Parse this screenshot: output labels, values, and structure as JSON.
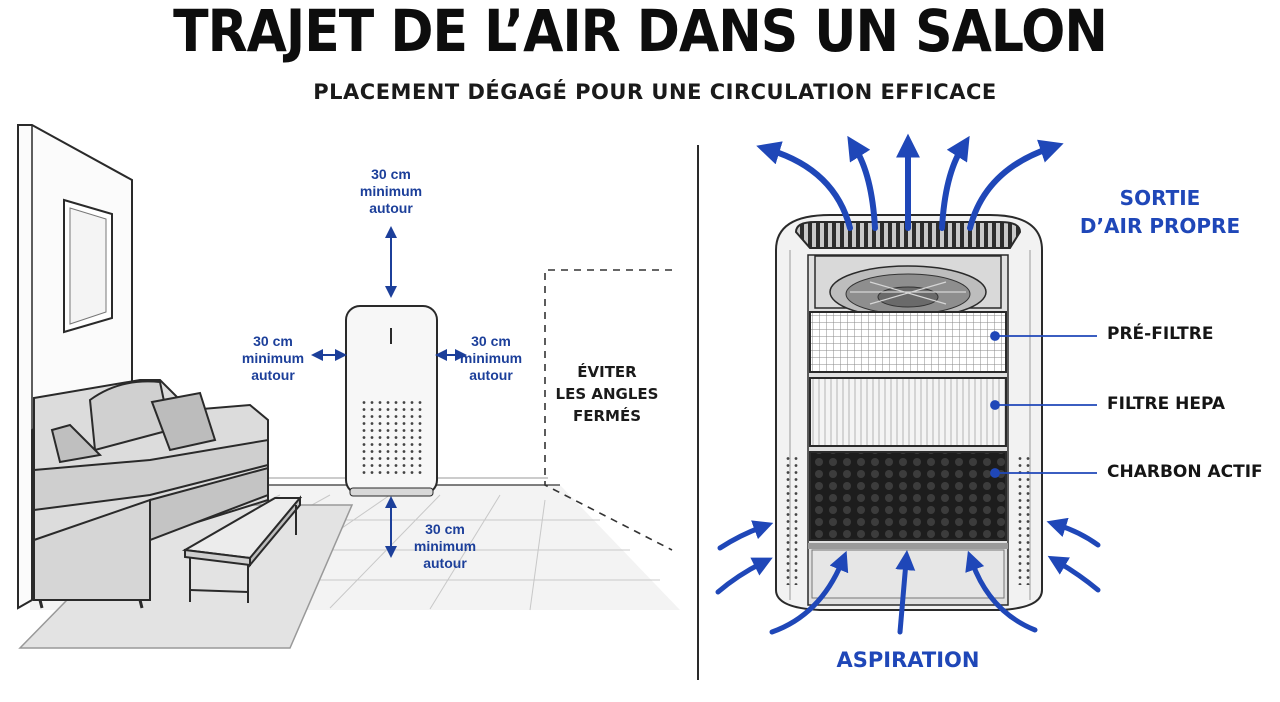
{
  "header": {
    "title": "TRAJET DE L’AIR DANS UN SALON",
    "subtitle": "PLACEMENT DÉGAGÉ POUR UNE CIRCULATION EFFICACE"
  },
  "room": {
    "clearance_top": [
      "30 cm",
      "minimum",
      "autour"
    ],
    "clearance_left": [
      "30 cm",
      "minimum",
      "autour"
    ],
    "clearance_right": [
      "30 cm",
      "minimum",
      "autour"
    ],
    "clearance_bottom": [
      "30 cm",
      "minimum",
      "autour"
    ],
    "corner_note": [
      "ÉVITER",
      "LES ANGLES",
      "FERMÉS"
    ]
  },
  "purifier": {
    "outlet_label": [
      "SORTIE",
      "D’AIR PROPRE"
    ],
    "layers": [
      "PRÉ-FILTRE",
      "FILTRE HEPA",
      "CHARBON ACTIF"
    ],
    "inlet_label": "ASPIRATION"
  },
  "colors": {
    "accent_blue": "#1f47b8",
    "line": "#2a2a2a",
    "fill_light": "#eeeeee"
  }
}
